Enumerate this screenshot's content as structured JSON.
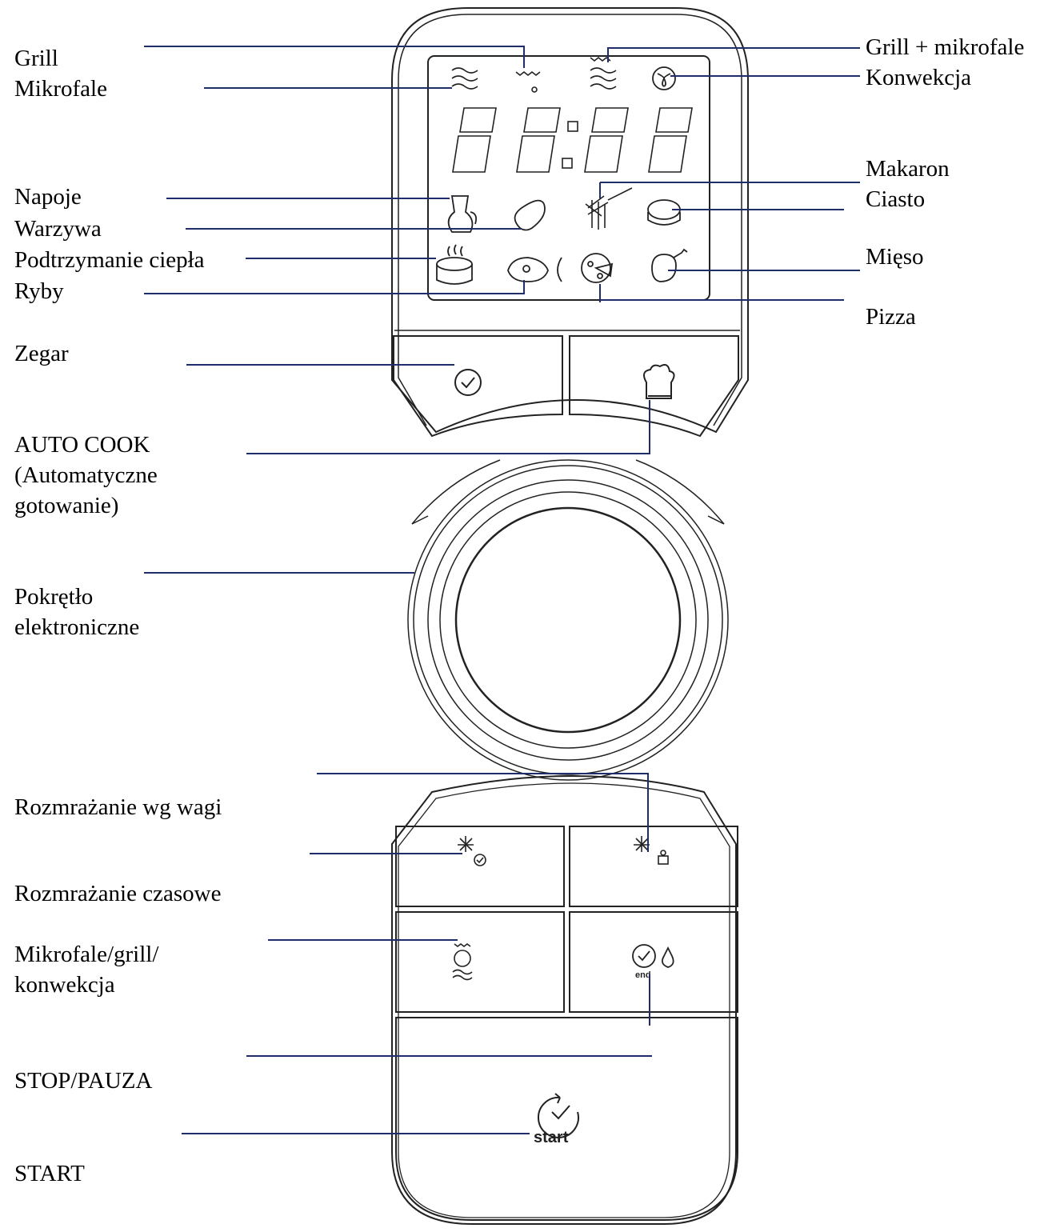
{
  "labels": {
    "grill": "Grill",
    "mikrofale": "Mikrofale",
    "napoje": "Napoje",
    "warzywa": "Warzywa",
    "podtrzymanie": "Podtrzymanie ciepła",
    "ryby": "Ryby",
    "zegar": "Zegar",
    "autocook_1": "AUTO COOK",
    "autocook_2": "(Automatyczne",
    "autocook_3": "gotowanie)",
    "pokretlo_1": "Pokrętło",
    "pokretlo_2": "elektroniczne",
    "rozm_wagi": "Rozmrażanie wg wagi",
    "rozm_czas": "Rozmrażanie czasowe",
    "mgk_1": "Mikrofale/grill/",
    "mgk_2": "konwekcja",
    "stop": "STOP/PAUZA",
    "start": "START",
    "grill_mikro": "Grill + mikrofale",
    "konwekcja": "Konwekcja",
    "makaron": "Makaron",
    "ciasto": "Ciasto",
    "mieso": "Mięso",
    "pizza": "Pizza"
  },
  "panel": {
    "start_text": "start",
    "end_text": "end"
  },
  "colors": {
    "leader_line": "#1f2d6b",
    "outline": "#222222"
  }
}
